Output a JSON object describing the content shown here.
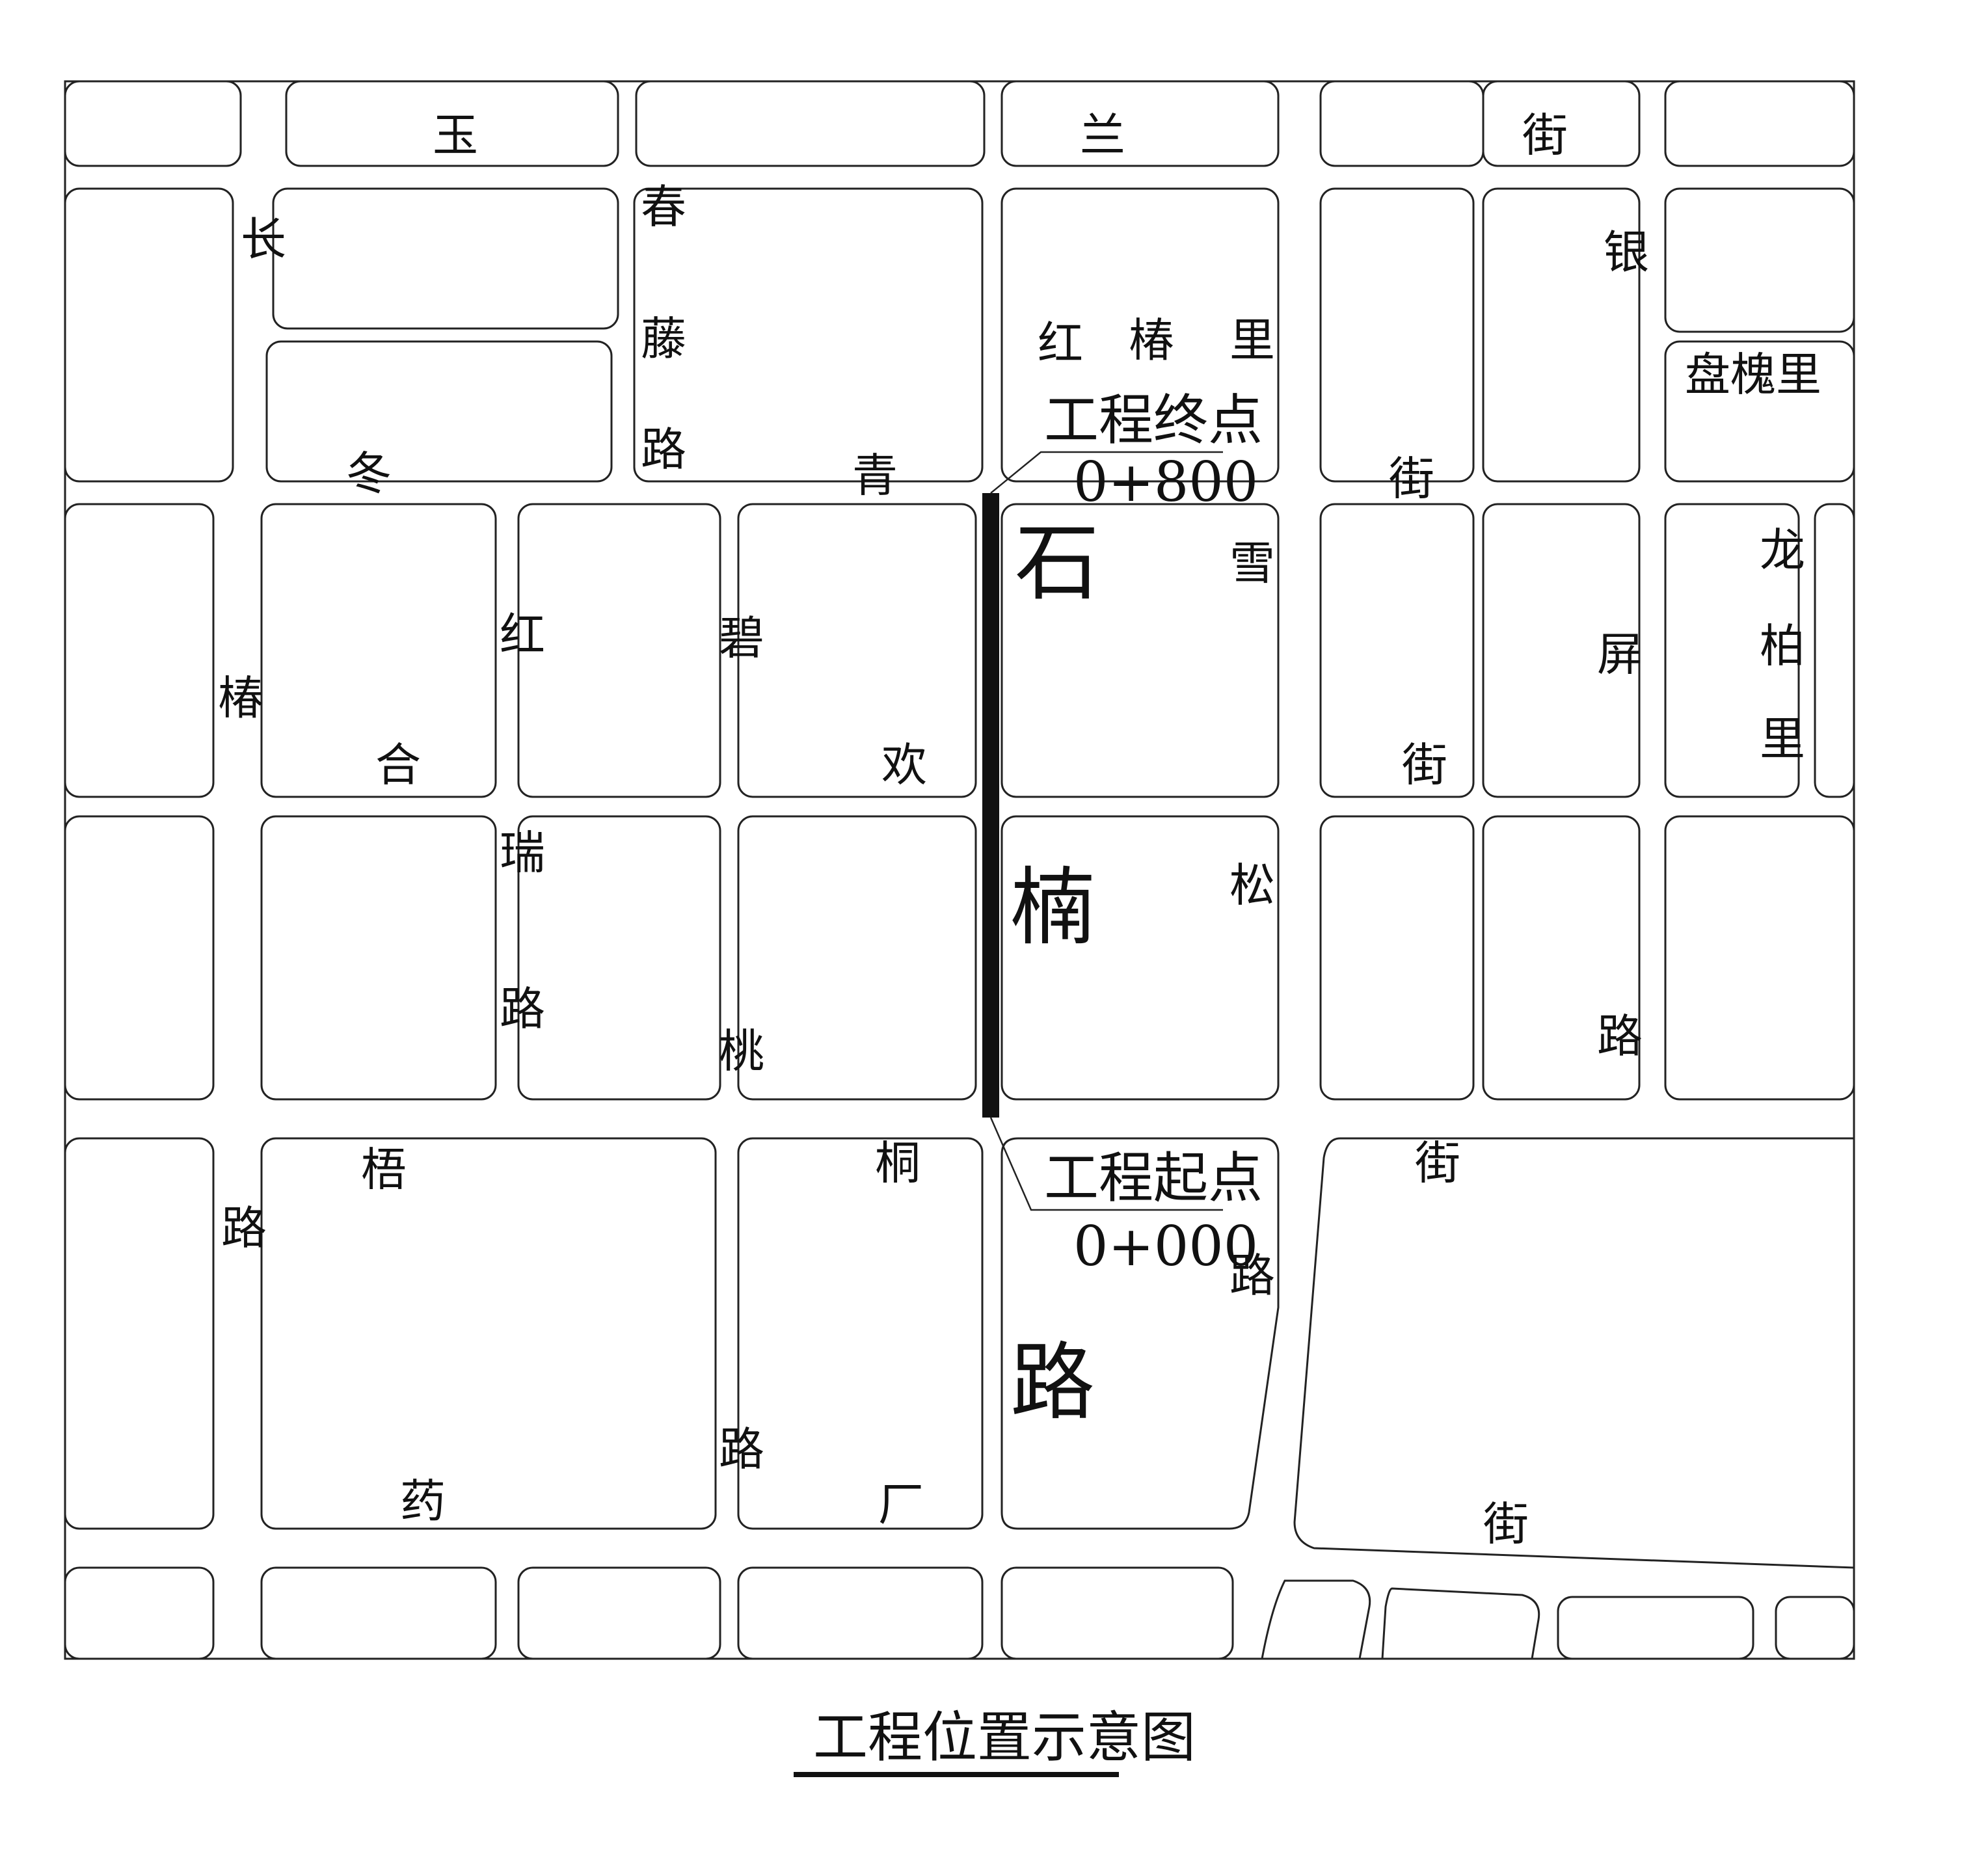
{
  "map": {
    "caption": "工程位置示意图",
    "project_segment_color": "#111111",
    "start_point": {
      "title": "工程起点",
      "chainage": "0+000"
    },
    "end_point": {
      "title": "工程终点",
      "chainage": "0+800"
    },
    "street_chars": {
      "yu": "玉",
      "lan": "兰",
      "jie_top": "街",
      "chun": "春",
      "teng": "藤",
      "lu_chunteng": "路",
      "chang": "长",
      "dong": "冬",
      "chun_left": "椿",
      "he": "合",
      "wu": "梧",
      "lu_left": "路",
      "yao": "药",
      "hong_mid": "红",
      "rui": "瑞",
      "lu_hongrui": "路",
      "bi": "碧",
      "tao": "桃",
      "lu_bitao": "路",
      "qing": "青",
      "huan": "欢",
      "tong": "桐",
      "chang2": "厂",
      "shi": "石",
      "nan": "楠",
      "lu_main": "路",
      "xue": "雪",
      "song": "松",
      "lu_xuesong": "路",
      "jie_1": "街",
      "jie_2": "街",
      "jie_3": "街",
      "jie_bottom": "街",
      "yin": "银",
      "ping": "屏",
      "lu_yinping": "路",
      "hongchunli_1": "红",
      "hongchunli_2": "椿",
      "hongchunli_3": "里",
      "panhuaili": "盘槐里",
      "long": "龙",
      "bai": "柏",
      "li_longbaili": "里"
    }
  }
}
